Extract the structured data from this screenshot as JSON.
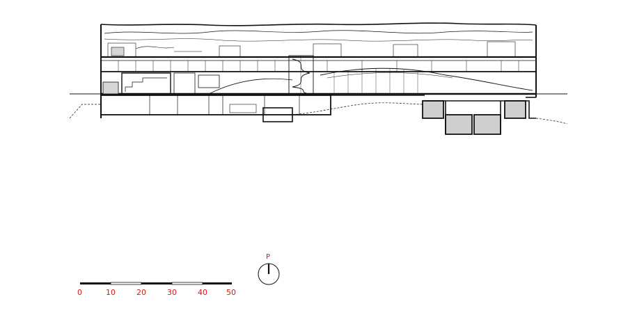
{
  "drawing": {
    "kind": "architectural building section",
    "north_label": "P",
    "colors": {
      "line": "#111111",
      "fill_dark": "#cfcfcf",
      "label": "#cc1a1a",
      "background": "#ffffff"
    }
  },
  "scale_bar": {
    "labels": [
      "0",
      "10",
      "20",
      "30",
      "40",
      "50"
    ]
  },
  "icons": [
    "north-arrow-icon"
  ]
}
